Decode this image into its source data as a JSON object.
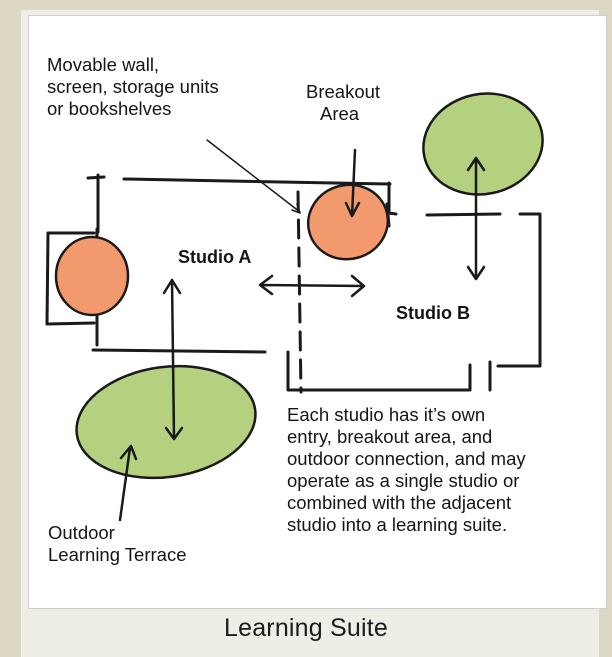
{
  "labels": {
    "movable_wall": [
      "Movable wall,",
      "screen, storage units",
      "or bookshelves"
    ],
    "breakout_area": [
      "Breakout",
      "Area"
    ],
    "studio_a": "Studio A",
    "studio_b": "Studio B",
    "description": [
      "Each studio has it’s own",
      "entry, breakout area, and",
      "outdoor connection, and may",
      "operate as a single studio or",
      "combined with the adjacent",
      "studio into a learning suite."
    ],
    "outdoor": [
      "Outdoor",
      "Learning Terrace"
    ]
  },
  "caption": "Learning Suite",
  "colors": {
    "page_background": "#ddd8c4",
    "panel": "#eeede6",
    "card": "#ffffff",
    "breakout_fill": "#f29a6e",
    "outdoor_fill": "#b5d17f",
    "ink": "#1a1a1a"
  }
}
